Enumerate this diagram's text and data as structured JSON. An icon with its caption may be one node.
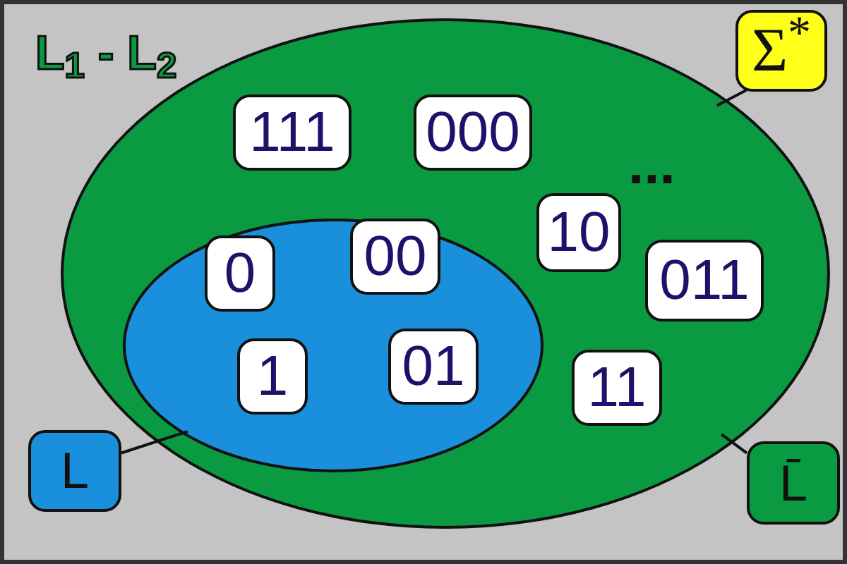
{
  "diagram": {
    "title": "L$_{1}$ - L$_{2}$",
    "nodes": [
      {
        "text": [],
        "shape": "ellipse"
      },
      {
        "text": [
          "111"
        ],
        "in": 0
      },
      {
        "text": [
          "000"
        ],
        "in": 0
      },
      {
        "text": [
          "Σ$^{*}$"
        ]
      },
      {
        "text": [
          "10"
        ],
        "in": 0
      },
      {
        "text": [],
        "shape": "ellipse",
        "in": 0
      },
      {
        "text": [
          "0"
        ],
        "in": 5
      },
      {
        "text": [
          "00"
        ],
        "in": 5
      },
      {
        "text": [
          "011"
        ],
        "in": 0
      },
      {
        "text": [
          "1"
        ],
        "in": 5
      },
      {
        "text": [
          "01"
        ],
        "in": 5
      },
      {
        "text": [
          "11"
        ],
        "in": 0
      },
      {
        "text": [
          "L"
        ]
      },
      {
        "text": [
          "L̄"
        ]
      }
    ],
    "edges": [
      {
        "from": 3,
        "to": 0,
        "arrow": "none"
      },
      {
        "from": 12,
        "to": 5,
        "arrow": "none"
      },
      {
        "from": 13,
        "to": 0,
        "arrow": "none"
      }
    ],
    "labels": [
      "..."
    ]
  }
}
